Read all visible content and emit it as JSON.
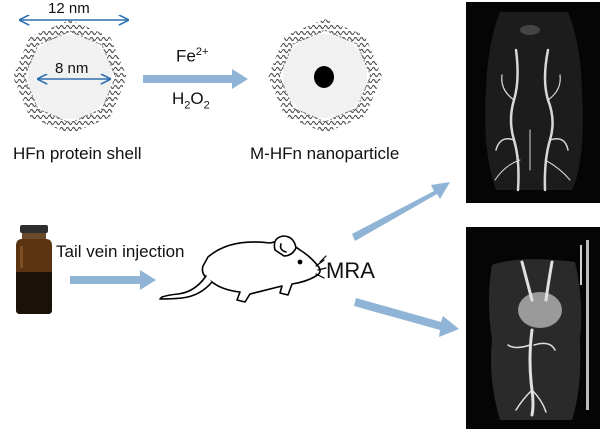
{
  "diagram": {
    "shell": {
      "outer_diameter_label": "12 nm",
      "inner_diameter_label": "8 nm",
      "caption": "HFn protein shell"
    },
    "reaction": {
      "reagent_top": "Fe",
      "reagent_top_sup": "2+",
      "reagent_bottom_base": "H",
      "reagent_bottom_sub1": "2",
      "reagent_bottom_mid": "O",
      "reagent_bottom_sub2": "2"
    },
    "nanoparticle": {
      "caption": "M-HFn nanoparticle"
    },
    "injection": {
      "label": "Tail vein injection"
    },
    "imaging": {
      "label": "MRA",
      "images": [
        {
          "name": "brain-vasculature-mra"
        },
        {
          "name": "body-vasculature-mra"
        }
      ]
    },
    "colors": {
      "arrow": "#8fb4d6",
      "dimension_arrow": "#2e6fb0",
      "protein": "#555555",
      "core": "#000000",
      "vial_glass": "#5a3410",
      "vial_liquid": "#1a1208",
      "vial_cap": "#2e2e2e"
    }
  }
}
